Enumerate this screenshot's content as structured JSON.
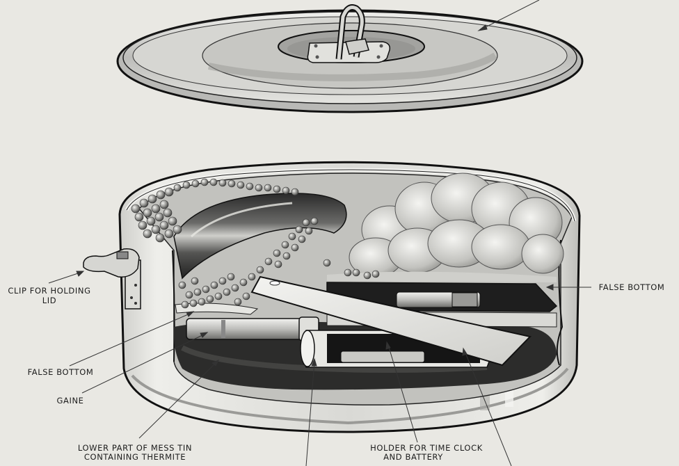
{
  "diagram": {
    "subject": "Exploding mess tin cutaway illustration",
    "colors": {
      "paper": "#e9e8e3",
      "ink": "#1a1a1a",
      "metal_light": "#dcdcd8",
      "metal_mid": "#a9a9a6",
      "shadow": "#3a3a3a"
    },
    "parts": [
      {
        "id": "lid",
        "name": "Mess tin lid"
      },
      {
        "id": "tin",
        "name": "Mess tin body (cutaway)"
      },
      {
        "id": "peas",
        "name": "Peas"
      },
      {
        "id": "sausage",
        "name": "Sausage"
      },
      {
        "id": "mash",
        "name": "Mashed potato"
      },
      {
        "id": "thermite",
        "name": "Thermite compartment"
      },
      {
        "id": "gaine",
        "name": "Gaine"
      },
      {
        "id": "clock_holder",
        "name": "Time clock and battery holder"
      },
      {
        "id": "clip",
        "name": "Lid clip"
      }
    ],
    "labels": {
      "clip": {
        "line1": "CLIP FOR HOLDING",
        "line2": "LID"
      },
      "false_bottom_left": "FALSE BOTTOM",
      "gaine": "GAINE",
      "lower_part": {
        "line1": "LOWER PART OF MESS TIN",
        "line2": "CONTAINING THERMITE"
      },
      "holder": {
        "line1": "HOLDER FOR TIME CLOCK",
        "line2": "AND BATTERY"
      },
      "false_bottom_right": "FALSE BOTTOM"
    }
  }
}
